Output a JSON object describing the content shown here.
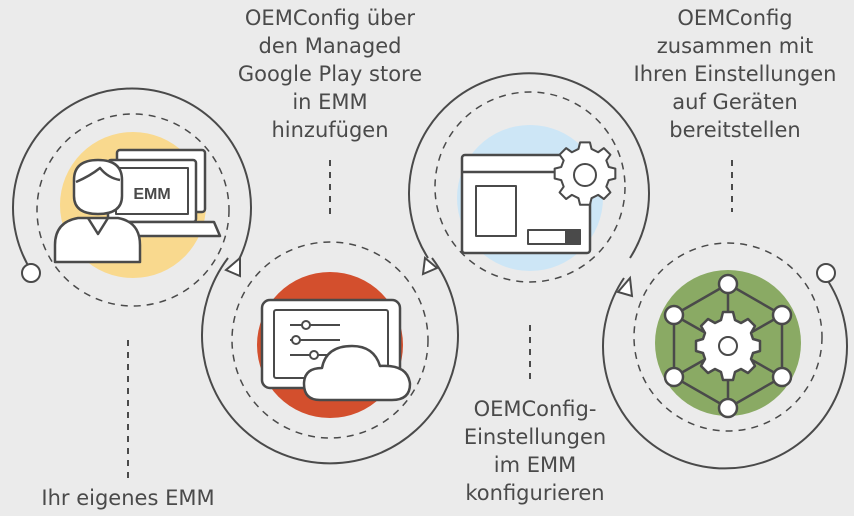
{
  "steps": [
    {
      "id": "emm",
      "lines": [
        "Ihr eigenes EMM"
      ],
      "circle_color": "#f9d98e",
      "icon": "person-laptop-icon",
      "icon_text": "EMM"
    },
    {
      "id": "add-oemconfig",
      "lines": [
        "OEMConfig über",
        "den Managed",
        "Google Play store",
        "in EMM",
        "hinzufügen"
      ],
      "circle_color": "#d34f2d",
      "icon": "tablet-cloud-icon"
    },
    {
      "id": "configure",
      "lines": [
        "OEMConfig-",
        "Einstellungen",
        "im EMM",
        "konfigurieren"
      ],
      "circle_color": "#cde6f6",
      "icon": "settings-window-icon"
    },
    {
      "id": "deploy",
      "lines": [
        "OEMConfig",
        "zusammen mit",
        "Ihren Einstellungen",
        "auf Geräten",
        "bereitstellen"
      ],
      "circle_color": "#8aaa64",
      "icon": "network-gear-icon"
    }
  ],
  "colors": {
    "background": "#ebebeb",
    "outline": "#4a4a4a",
    "text": "#4a4a4a"
  }
}
